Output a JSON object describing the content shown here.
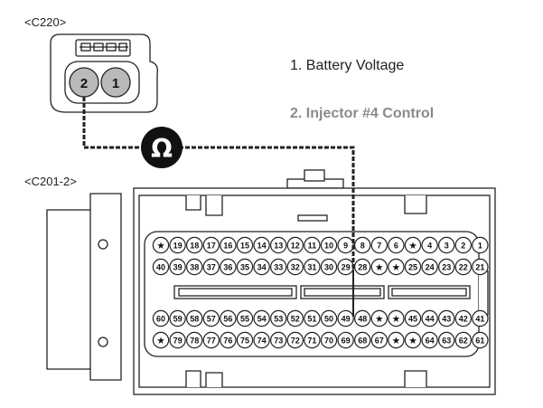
{
  "connectors": {
    "harness": {
      "label": "<C220>",
      "pins": [
        "2",
        "1"
      ]
    },
    "ecm": {
      "label": "<C201-2>",
      "row1": [
        "★",
        "19",
        "18",
        "17",
        "16",
        "15",
        "14",
        "13",
        "12",
        "11",
        "10",
        "9",
        "8",
        "7",
        "6",
        "★",
        "4",
        "3",
        "2",
        "1"
      ],
      "row2": [
        "40",
        "39",
        "38",
        "37",
        "36",
        "35",
        "34",
        "33",
        "32",
        "31",
        "30",
        "29",
        "28",
        "★",
        "★",
        "25",
        "24",
        "23",
        "22",
        "21"
      ],
      "row3": [
        "60",
        "59",
        "58",
        "57",
        "56",
        "55",
        "54",
        "53",
        "52",
        "51",
        "50",
        "49",
        "48",
        "★",
        "★",
        "45",
        "44",
        "43",
        "42",
        "41"
      ],
      "row4": [
        "★",
        "79",
        "78",
        "77",
        "76",
        "75",
        "74",
        "73",
        "72",
        "71",
        "70",
        "69",
        "68",
        "67",
        "★",
        "★",
        "64",
        "63",
        "62",
        "61"
      ]
    }
  },
  "legend": [
    {
      "text": "1. Battery Voltage",
      "color": "#222222",
      "bold": false
    },
    {
      "text": "2. Injector #4 Control",
      "color": "#8a8a8a",
      "bold": true
    }
  ],
  "meter": {
    "symbol": "Ω",
    "icon": "ohmmeter-icon"
  }
}
